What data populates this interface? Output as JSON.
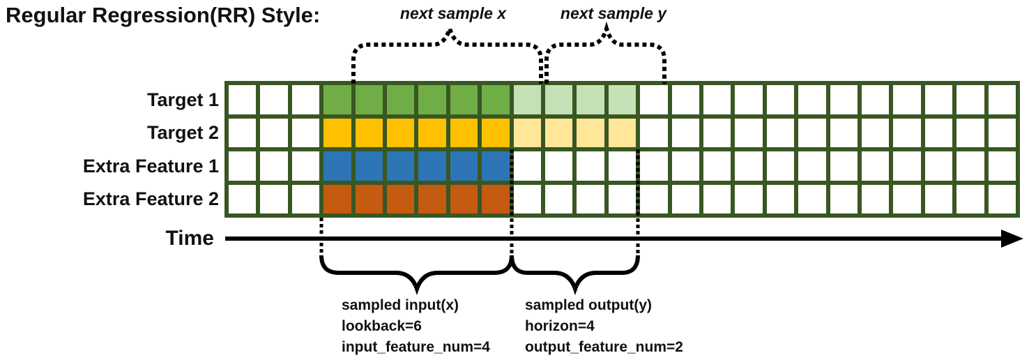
{
  "title": "Regular Regression(RR) Style:",
  "annotations": {
    "next_sample_x": "next sample x",
    "next_sample_y": "next sample y"
  },
  "grid": {
    "columns_total": 25,
    "lead_empty_cols": 3,
    "input_cols": 6,
    "output_cols": 4,
    "border_color": "#385723",
    "empty_fill": "#ffffff",
    "rows": [
      {
        "label": "Target 1",
        "fill": "#70AD47",
        "light_fill": "#C5E0B4"
      },
      {
        "label": "Target 2",
        "fill": "#FFC000",
        "light_fill": "#FFE699"
      },
      {
        "label": "Extra Feature 1",
        "fill": "#2E75B6",
        "light_fill": null
      },
      {
        "label": "Extra Feature 2",
        "fill": "#C55A11",
        "light_fill": null
      }
    ]
  },
  "time_axis": {
    "label": "Time"
  },
  "sample_labels": {
    "input": {
      "line1": "sampled input(x)",
      "line2": "lookback=6",
      "line3": "input_feature_num=4"
    },
    "output": {
      "line1": "sampled output(y)",
      "line2": "horizon=4",
      "line3": "output_feature_num=2"
    }
  }
}
